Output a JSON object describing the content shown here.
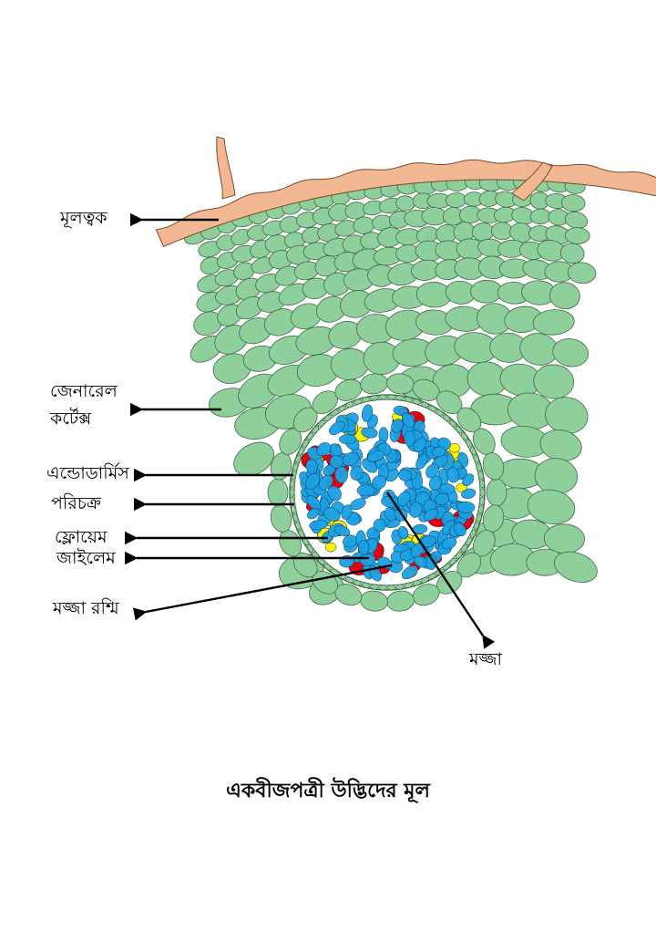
{
  "labels": {
    "epiblema": "মূলত্বক",
    "cortex_line1": "জেনারেল",
    "cortex_line2": "কর্টেক্স",
    "endodermis": "এন্ডোডার্মিস",
    "pericycle": "পরিচক্র",
    "phloem": "ফ্লোয়েম",
    "xylem": "জাইলেম",
    "medullary_ray": "মজ্জা রশ্মি",
    "pith": "মজ্জা"
  },
  "caption": "একবীজপত্রী উদ্ভিদের মূল",
  "colors": {
    "epiblema": "#f2b894",
    "cortex": "#8fcf9c",
    "cell_outline": "#3f6b48",
    "xylem": "#e8000b",
    "phloem": "#fff200",
    "pith": "#1ba1e2"
  }
}
